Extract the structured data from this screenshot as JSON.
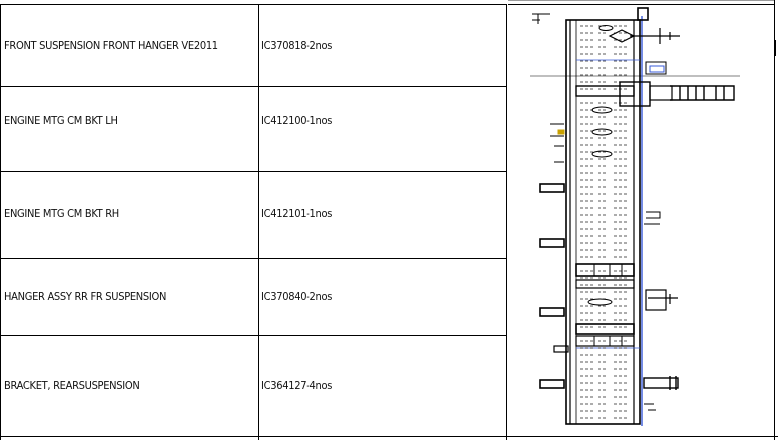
{
  "table": {
    "rows": [
      {
        "description": "FRONT SUSPENSION FRONT HANGER VE2011",
        "part_qty": "IC370818-2nos"
      },
      {
        "description": "ENGINE MTG CM BKT LH",
        "part_qty": "IC412100-1nos"
      },
      {
        "description": "ENGINE MTG CM BKT RH",
        "part_qty": "IC412101-1nos"
      },
      {
        "description": "HANGER ASSY RR FR SUSPENSION",
        "part_qty": "IC370840-2nos"
      },
      {
        "description": "BRACKET, REARSUSPENSION",
        "part_qty": "IC364127-4nos"
      }
    ]
  },
  "drawing": {
    "subject": "chassis frame side member with mounted brackets",
    "line_color": "#000000",
    "accent_color": "#3a5bd9"
  }
}
